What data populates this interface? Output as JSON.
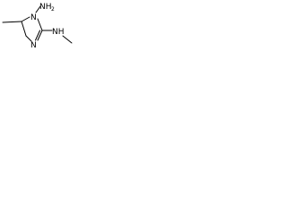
{
  "molecule": {
    "atoms": {
      "amino_nitrogen": "NH",
      "amino_h": "2",
      "ring_nitrogen_top": "N",
      "ring_nitrogen_bottom": "N",
      "methylamino_nitrogen": "NH"
    }
  },
  "colors": {
    "bond": "#000000",
    "label": "#000000",
    "background": "#ffffff"
  }
}
